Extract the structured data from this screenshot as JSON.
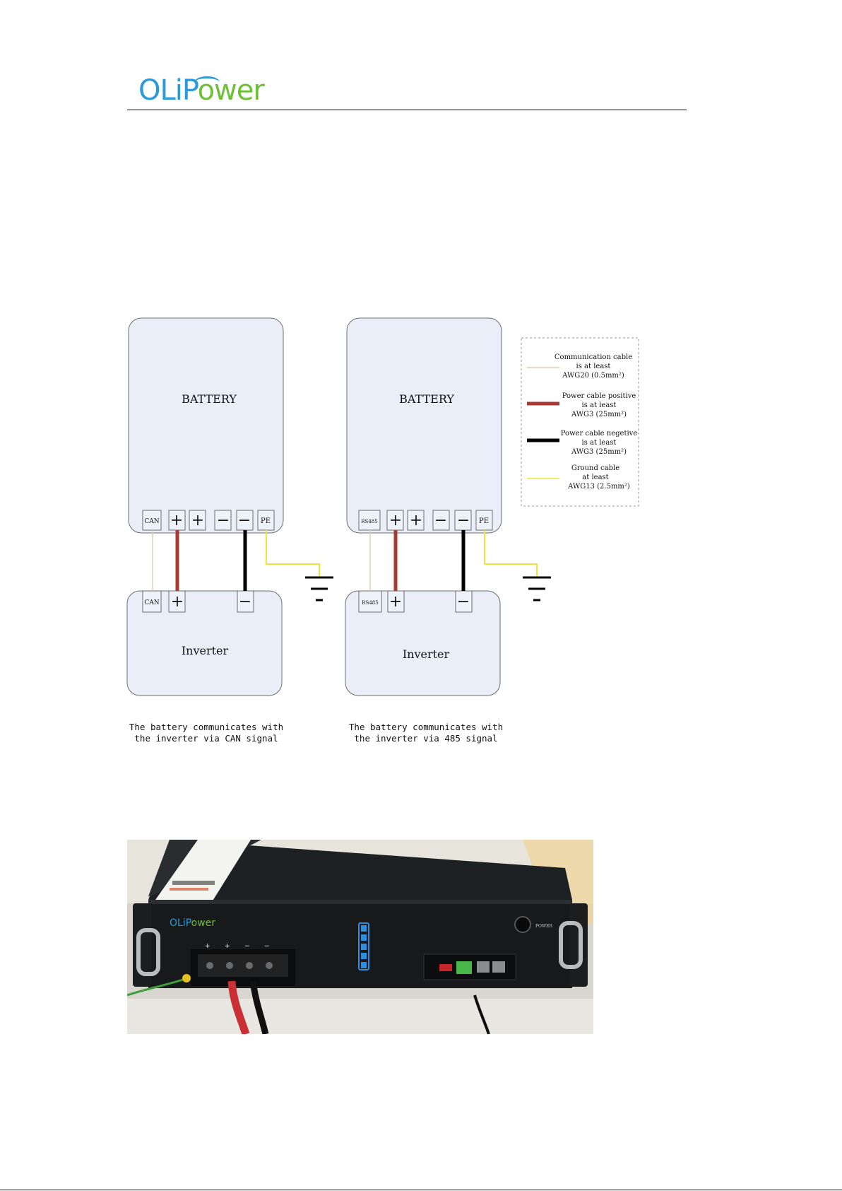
{
  "header": {
    "logo_part1": "OLiP",
    "logo_part2": "ower"
  },
  "diagram_left": {
    "battery_label": "BATTERY",
    "inverter_label": "Inverter",
    "terminals_battery": [
      "CAN",
      "+",
      "+",
      "−",
      "−",
      "PE"
    ],
    "terminals_inverter": [
      "CAN",
      "+",
      "−"
    ],
    "caption": "The battery communicates with\nthe inverter via CAN signal"
  },
  "diagram_right": {
    "battery_label": "BATTERY",
    "inverter_label": "Inverter",
    "terminals_battery": [
      "RS485",
      "+",
      "+",
      "−",
      "−",
      "PE"
    ],
    "terminals_inverter": [
      "RS485",
      "+",
      "−"
    ],
    "caption": "The battery communicates with\nthe inverter via 485 signal"
  },
  "legend": [
    {
      "lines": [
        "Communication cable",
        "is at least",
        "AWG20 (0.5mm²)"
      ],
      "color": "#d8d3b8"
    },
    {
      "lines": [
        "Power cable positive",
        "is at least",
        "AWG3 (25mm²)"
      ],
      "color": "#a83a34"
    },
    {
      "lines": [
        "Power cable negetive",
        "is at least",
        "AWG3 (25mm²)"
      ],
      "color": "#000000"
    },
    {
      "lines": [
        "Ground cable",
        "at least",
        "AWG13 (2.5mm²)"
      ],
      "color": "#e7e83a"
    }
  ],
  "photo": {
    "device_logo_part1": "OLiP",
    "device_logo_part2": "ower",
    "terminal_marks": [
      "+",
      "+",
      "−",
      "−"
    ],
    "power_label": "POWER"
  },
  "colors": {
    "box_fill": "#e9eef8",
    "box_stroke": "#6c6c6c",
    "comm": "#d8d3b8",
    "positive": "#a83a34",
    "negative": "#000000",
    "ground": "#e7e83a"
  }
}
